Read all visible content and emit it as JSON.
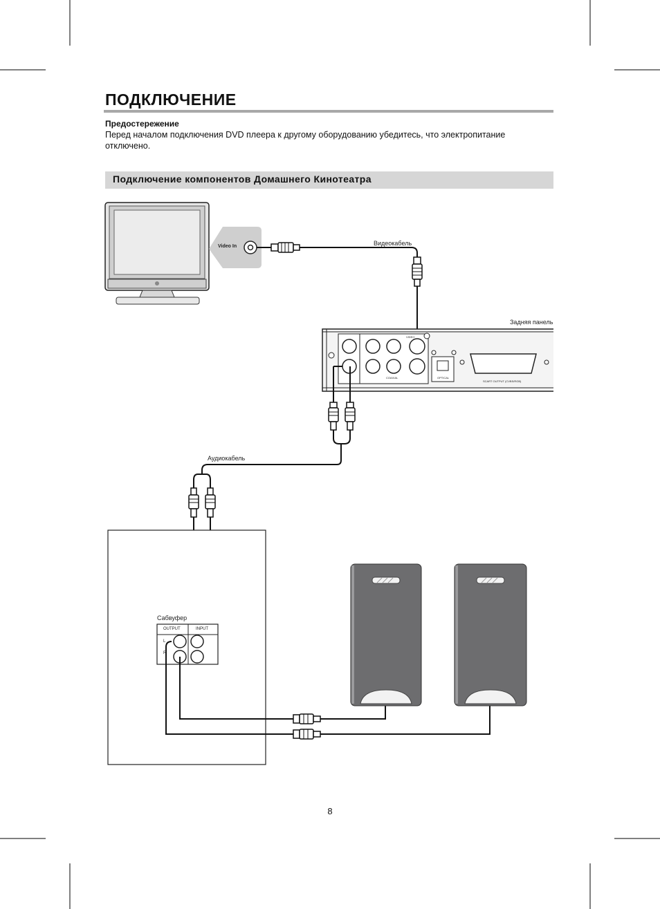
{
  "page": {
    "title": "ПОДКЛЮЧЕНИЕ",
    "page_number": "8"
  },
  "warning": {
    "heading": "Предостережение",
    "text": "Перед началом подключения DVD  плеера к другому оборудованию убедитесь, что электропитание отключено."
  },
  "section": {
    "title": "Подключение компонентов Домашнего Кинотеатра"
  },
  "diagram": {
    "tv_input_label": "Video In",
    "video_cable_label": "Видеокабель",
    "rear_panel_label": "Задняя панель",
    "audio_cable_label": "Аудиокабель",
    "subwoofer_label": "Сабвуфер",
    "sub_output_label": "OUTPUT",
    "sub_input_label": "INPUT",
    "sub_l_label": "L",
    "sub_r_label": "R",
    "panel_scart_label": "SCART OUTPUT (CVBS/RGB)",
    "panel_optical_label": "OPTICAL",
    "panel_video_label": "VIDEO",
    "panel_coaxial_label": "COAXIAL"
  }
}
